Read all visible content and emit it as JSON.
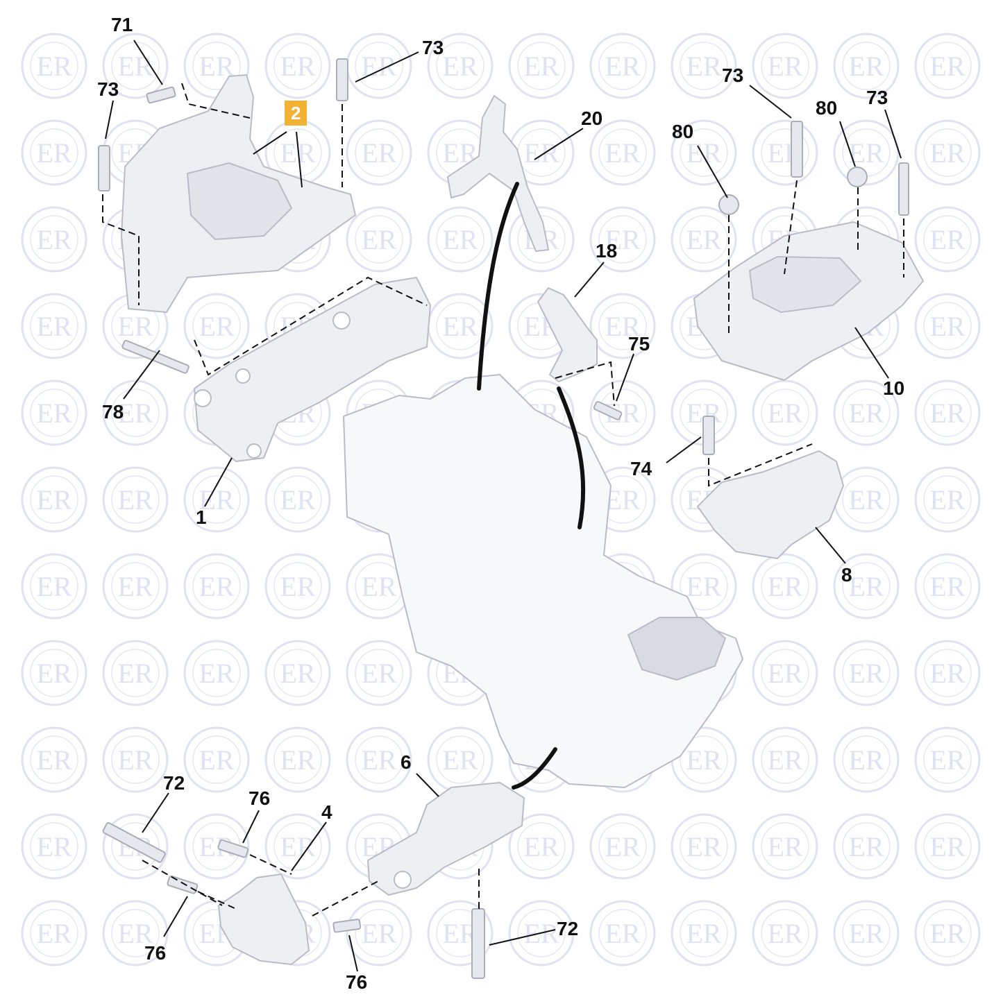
{
  "watermark": {
    "text": "ER",
    "color": "#c4cbe6"
  },
  "colors": {
    "highlight": "#f2b233",
    "line": "#111111",
    "part_fill": "#eeeff3",
    "part_stroke": "#b9bcc6"
  },
  "callouts": [
    {
      "id": "71",
      "text": "71",
      "highlight": false
    },
    {
      "id": "73a",
      "text": "73",
      "highlight": false
    },
    {
      "id": "2",
      "text": "2",
      "highlight": true
    },
    {
      "id": "73b",
      "text": "73",
      "highlight": false
    },
    {
      "id": "20",
      "text": "20",
      "highlight": false
    },
    {
      "id": "73c",
      "text": "73",
      "highlight": false
    },
    {
      "id": "80a",
      "text": "80",
      "highlight": false
    },
    {
      "id": "80b",
      "text": "80",
      "highlight": false
    },
    {
      "id": "73d",
      "text": "73",
      "highlight": false
    },
    {
      "id": "18",
      "text": "18",
      "highlight": false
    },
    {
      "id": "75",
      "text": "75",
      "highlight": false
    },
    {
      "id": "10",
      "text": "10",
      "highlight": false
    },
    {
      "id": "78",
      "text": "78",
      "highlight": false
    },
    {
      "id": "74",
      "text": "74",
      "highlight": false
    },
    {
      "id": "1",
      "text": "1",
      "highlight": false
    },
    {
      "id": "8",
      "text": "8",
      "highlight": false
    },
    {
      "id": "6",
      "text": "6",
      "highlight": false
    },
    {
      "id": "72a",
      "text": "72",
      "highlight": false
    },
    {
      "id": "76a",
      "text": "76",
      "highlight": false
    },
    {
      "id": "4",
      "text": "4",
      "highlight": false
    },
    {
      "id": "72b",
      "text": "72",
      "highlight": false
    },
    {
      "id": "76b",
      "text": "76",
      "highlight": false
    },
    {
      "id": "76c",
      "text": "76",
      "highlight": false
    }
  ]
}
